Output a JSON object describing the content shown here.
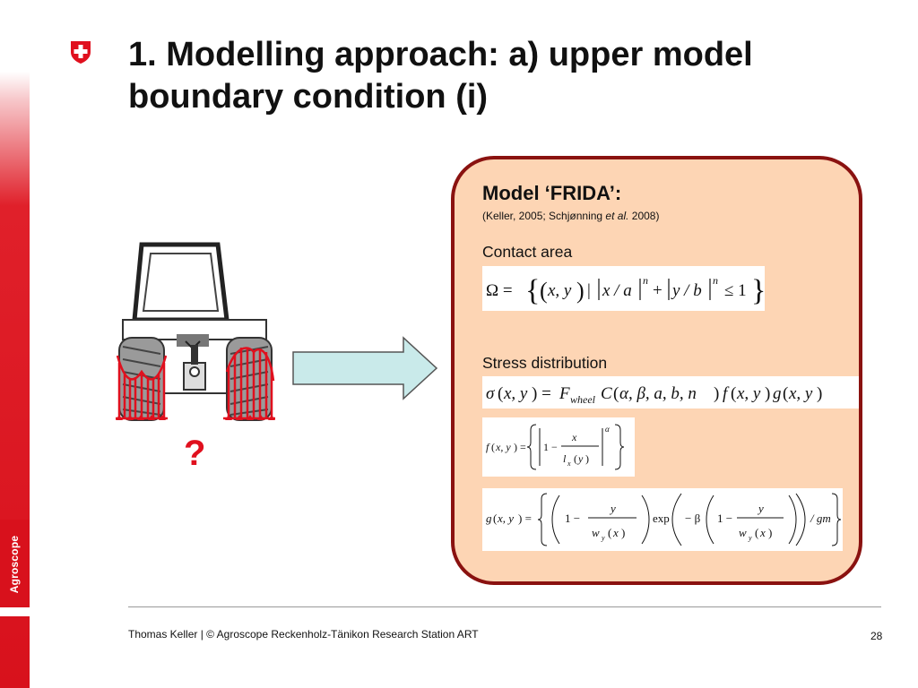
{
  "slide": {
    "title_line1": "1. Modelling approach: a) upper model",
    "title_line2": "boundary condition (i)",
    "question_mark": "?"
  },
  "sidebar": {
    "logo_text": "Agroscope"
  },
  "model": {
    "title": "Model ‘FRIDA’:",
    "ref_prefix": "(Keller, 2005; Schjønning ",
    "ref_etal": "et al.",
    "ref_suffix": " 2008)",
    "contact_label": "Contact area",
    "stress_label": "Stress distribution"
  },
  "footer": {
    "text": "Thomas Keller | © Agroscope Reckenholz-Tänikon Research Station ART",
    "page": "28"
  },
  "colors": {
    "accent_red": "#d8111c",
    "box_border": "#8a1210",
    "box_fill": "#fdd5b4",
    "arrow_fill": "#c9eaea"
  },
  "icons": [
    "swiss-cross-icon",
    "tractor-illustration",
    "right-arrow-icon"
  ]
}
